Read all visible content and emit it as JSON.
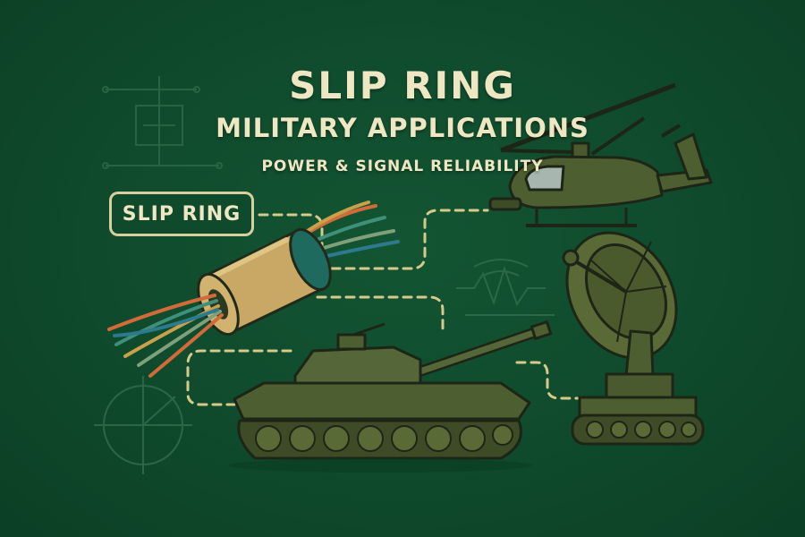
{
  "title": {
    "main": "SLIP RING",
    "subtitle": "MILITARY APPLICATIONS",
    "tagline": "POWER & SIGNAL RELIABILITY"
  },
  "label": {
    "text": "SLIP RING"
  },
  "colors": {
    "background": "#0f4a2c",
    "text": "#efe6c3",
    "connector": "#d7c98a",
    "vehicle_olive": "#4a5a2e",
    "slip_ring_brass": "#d1b26f",
    "slip_ring_band": "#1f6a5e"
  },
  "icons": [
    "slip-ring-icon",
    "helicopter-icon",
    "tank-icon",
    "radar-dish-icon",
    "circuit-icon",
    "signal-wave-icon",
    "crosshair-icon"
  ]
}
